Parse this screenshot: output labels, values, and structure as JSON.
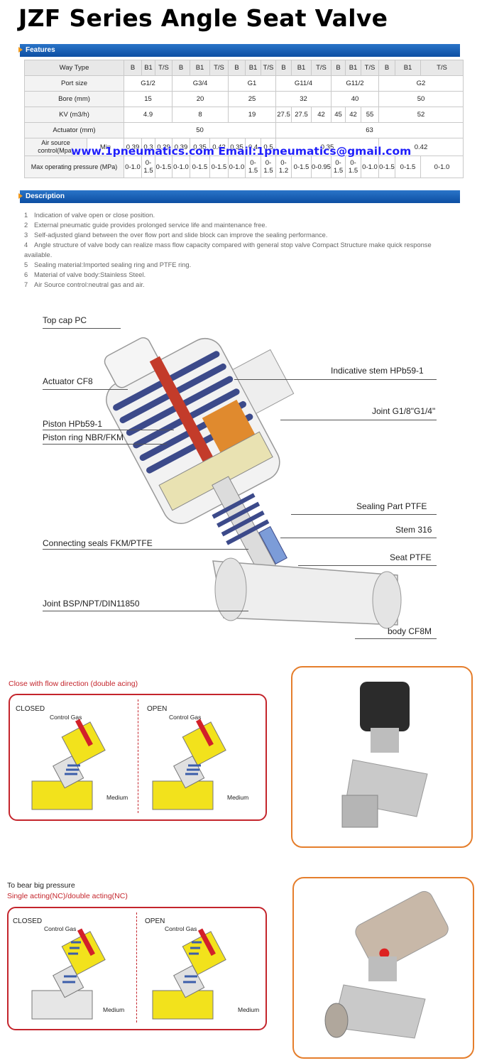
{
  "title": "JZF Series Angle Seat Valve",
  "features": {
    "bar_label": "Features",
    "table": [
      [
        "Way Type",
        "B",
        "B1",
        "T/S",
        "B",
        "B1",
        "T/S",
        "B",
        "B1",
        "T/S",
        "B",
        "B1",
        "T/S",
        "B",
        "B1",
        "T/S",
        "B",
        "B1",
        "T/S"
      ],
      [
        "Port size",
        "G1/2",
        "G3/4",
        "G1",
        "G11/4",
        "G11/2",
        "G2"
      ],
      [
        "Bore (mm)",
        "15",
        "20",
        "25",
        "32",
        "40",
        "50"
      ],
      [
        "KV (m3/h)",
        "4.9",
        "8",
        "19",
        "27.5",
        "27.5",
        "42",
        "45",
        "42",
        "55",
        "52"
      ],
      [
        "Actuator (mm)",
        "50",
        "63"
      ],
      [
        "Air source control(Mpa)",
        "Min",
        "0.39",
        "0.3",
        "0.39",
        "0.39",
        "0.35",
        "0.42",
        "0.35",
        "0.4",
        "0.5",
        "0.35",
        "0.42"
      ],
      [
        "Max operating pressure (MPa)",
        "0-1.0",
        "0-1.5",
        "0-1.5",
        "0-1.0",
        "0-1.5",
        "0-1.5",
        "0-1.0",
        "0-1.5",
        "0-1.5",
        "0-1.2",
        "0-1.5",
        "0-0.95",
        "0-1.5",
        "0-1.5",
        "0-1.0",
        "0-1.5",
        "0-1.5",
        "0-1.0"
      ]
    ]
  },
  "watermark": "www.1pneumatics.com  Email:1pneumatics@gmail.com",
  "description": {
    "bar_label": "Description",
    "items": [
      {
        "n": "1",
        "text": "Indication of valve open or close position."
      },
      {
        "n": "2",
        "text": "External pneumatic guide provides prolonged service life and maintenance free."
      },
      {
        "n": "3",
        "text": "Self-adjusted gland between the over flow port and slide block can improve the sealing performance."
      },
      {
        "n": "4",
        "text": "Angle structure of valve body can realize mass flow capacity compared with general stop valve    Compact Structure make quick response available."
      },
      {
        "n": "5",
        "text": "Sealing material:Imported sealing ring and PTFE ring."
      },
      {
        "n": "6",
        "text": "Material of valve body:Stainless Steel."
      },
      {
        "n": "7",
        "text": "Air Source control:neutral gas and air."
      }
    ]
  },
  "diagram": {
    "labels": {
      "top_cap": "Top cap PC",
      "actuator": "Actuator CF8",
      "piston": "Piston HPb59-1",
      "piston_ring": "Piston ring NBR/FKM",
      "connecting_seals": "Connecting seals FKM/PTFE",
      "joint_bsp": "Joint BSP/NPT/DIN11850",
      "indicative_stem": "Indicative stem HPb59-1",
      "joint_g": "Joint G1/8\"G1/4\"",
      "sealing_part": "Sealing Part PTFE",
      "stem": "Stem 316",
      "seat": "Seat PTFE",
      "body": "body CF8M"
    }
  },
  "flow1": {
    "caption": "Close with flow direction (double acing)",
    "closed": "CLOSED",
    "open": "OPEN",
    "control_gas": "Control Gas",
    "medium": "Medium"
  },
  "flow2": {
    "caption_line1": "To bear big pressure",
    "caption_line2": "Single acting(NC)/double acting(NC)",
    "closed": "CLOSED",
    "open": "OPEN",
    "control_gas": "Control Gas",
    "medium": "Medium"
  },
  "colors": {
    "bar_blue": "#0d4fa3",
    "accent_orange": "#e57e2c",
    "panel_red": "#c4252c",
    "watermark_blue": "#1f1ffa",
    "valve_yellow": "#f2e21c",
    "spring_blue": "#3c5eaa",
    "stem_red": "#d2202a"
  }
}
